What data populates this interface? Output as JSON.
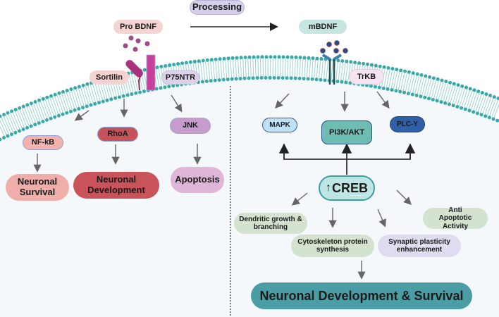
{
  "labels": {
    "processing": "Processing",
    "pro_bdnf": "Pro BDNF",
    "mbdnf": "mBDNF",
    "sortilin": "Sortilin",
    "p75ntr": "P75NTR",
    "trkb": "TrKB",
    "nfkb": "NF-kB",
    "rhoa": "RhoA",
    "jnk": "JNK",
    "neuronal_survival": "Neuronal Survival",
    "neuronal_development": "Neuronal Development",
    "apoptosis": "Apoptosis",
    "mapk": "MAPK",
    "pi3k_akt": "PI3K/AKT",
    "plc_y": "PLC-Y",
    "creb": "CREB",
    "dendritic": "Dendritic growth & branching",
    "cytoskeleton": "Cytoskeleton protein synthesis",
    "synaptic": "Synaptic plasticity enhancement",
    "anti_apoptotic": "Anti Apoptotic Activity",
    "final": "Neuronal Development & Survival"
  },
  "colors": {
    "membrane": "#3aa8a8",
    "pro_bdnf_ligand": "#a04a8a",
    "mbdnf_ligand": "#1e4f8a",
    "p75ntr_receptor": "#c8409b",
    "final": "#4a9da5"
  },
  "icons": {
    "creb_up": "arrow-up-icon"
  }
}
